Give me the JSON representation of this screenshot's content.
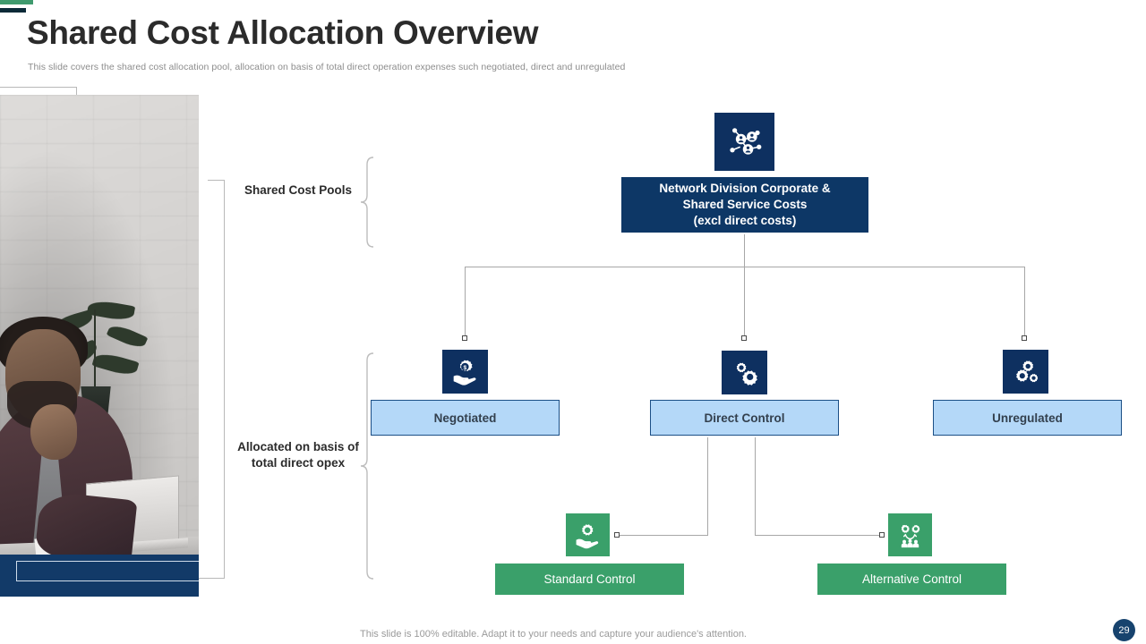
{
  "header": {
    "title": "Shared Cost Allocation Overview",
    "subtitle": "This slide covers the shared cost allocation pool, allocation on basis of total direct operation expenses such negotiated, direct and unregulated"
  },
  "groups": {
    "pools_label": "Shared Cost Pools",
    "allocation_label": "Allocated on basis of total direct opex"
  },
  "diagram": {
    "root": {
      "label": "Network Division Corporate & Shared Service Costs (excl direct costs)",
      "line1": "Network Division Corporate &",
      "line2": "Shared Service Costs",
      "line3": "(excl direct costs)",
      "icon": "network-people-icon"
    },
    "level2": [
      {
        "label": "Negotiated",
        "icon": "hand-gear-dollar-icon"
      },
      {
        "label": "Direct Control",
        "icon": "gears-icon"
      },
      {
        "label": "Unregulated",
        "icon": "three-gears-icon"
      }
    ],
    "level3": [
      {
        "label": "Standard Control",
        "icon": "hand-gear-icon"
      },
      {
        "label": "Alternative Control",
        "icon": "people-gears-icon"
      }
    ]
  },
  "footer": {
    "note": "This slide is 100% editable. Adapt it to your needs and capture your audience's attention.",
    "page_number": "29"
  },
  "colors": {
    "navy": "#0d3766",
    "tile_navy": "#0e3060",
    "light_blue": "#b4d8f8",
    "blue_border": "#1b4f86",
    "green": "#3aa06a",
    "deco_green": "#3f9a6e",
    "deco_navy": "#0b2a38",
    "title_text": "#2b2b2b",
    "subtitle_text": "#8d8d8d",
    "connector": "#a7a7a7",
    "badge_bg": "#17436e"
  }
}
